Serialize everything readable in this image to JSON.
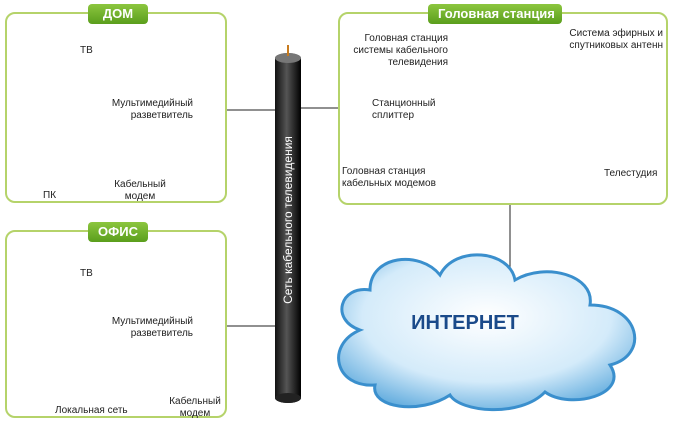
{
  "home": {
    "tag": "ДОМ",
    "tv": "ТВ",
    "splitter_l1": "Мультимедийный",
    "splitter_l2": "разветвитель",
    "pc": "ПК",
    "modem_l1": "Кабельный",
    "modem_l2": "модем"
  },
  "office": {
    "tag": "ОФИС",
    "tv": "ТВ",
    "splitter_l1": "Мультимедийный",
    "splitter_l2": "разветвитель",
    "lan": "Локальная сеть",
    "modem_l1": "Кабельный",
    "modem_l2": "модем"
  },
  "headend": {
    "tag": "Головная станция",
    "catv_l1": "Головная станция",
    "catv_l2": "системы кабельного",
    "catv_l3": "телевидения",
    "antenna_l1": "Система эфирных и",
    "antenna_l2": "спутниковых антенн",
    "splitter_l1": "Станционный",
    "splitter_l2": "сплиттер",
    "cmts_l1": "Головная станция",
    "cmts_l2": "кабельных модемов",
    "studio": "Телестудия"
  },
  "cable_label": "Сеть кабельного телевидения",
  "internet_label": "ИНТЕРНЕТ",
  "colors": {
    "panel_border": "#b5d36a",
    "tag_green": "#6fb02b",
    "icon_blue": "#1a78b8",
    "cloud": "#4a9fd8"
  }
}
